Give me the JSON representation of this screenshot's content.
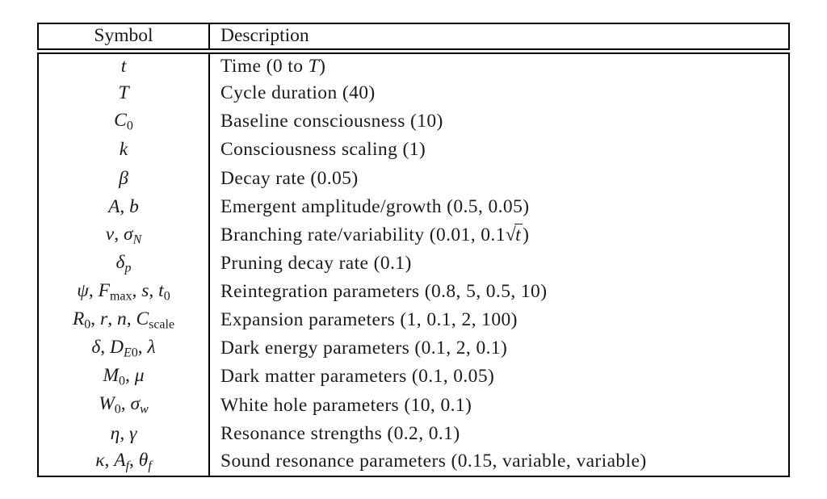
{
  "colors": {
    "background": "#ffffff",
    "text": "#1b1b1b",
    "border": "#000000"
  },
  "table": {
    "columns": [
      {
        "label": "Symbol"
      },
      {
        "label": "Description"
      }
    ],
    "rows": [
      {
        "symbol": "t",
        "description": "Time (0 to *T*)"
      },
      {
        "symbol": "T",
        "description": "Cycle duration (40)"
      },
      {
        "symbol": "C_{0}",
        "description": "Baseline consciousness (10)"
      },
      {
        "symbol": "k",
        "description": "Consciousness scaling (1)"
      },
      {
        "symbol": "β",
        "description": "Decay rate (0.05)"
      },
      {
        "symbol": "A, b",
        "description": "Emergent amplitude/growth (0.5, 0.05)"
      },
      {
        "symbol": "ν, σ_{N}",
        "description": "Branching rate/variability (0.01, 0.1√{t})"
      },
      {
        "symbol": "δ_{p}",
        "description": "Pruning decay rate (0.1)"
      },
      {
        "symbol": "ψ, F_{max}, s, t_{0}",
        "description": "Reintegration parameters (0.8, 5, 0.5, 10)"
      },
      {
        "symbol": "R_{0}, r, n, C_{scale}",
        "description": "Expansion parameters (1, 0.1, 2, 100)"
      },
      {
        "symbol": "δ, D_{E0}, λ",
        "description": "Dark energy parameters (0.1, 2, 0.1)"
      },
      {
        "symbol": "M_{0}, μ",
        "description": "Dark matter parameters (0.1, 0.05)"
      },
      {
        "symbol": "W_{0}, σ_{w}",
        "description": "White hole parameters (10, 0.1)"
      },
      {
        "symbol": "η, γ",
        "description": "Resonance strengths (0.2, 0.1)"
      },
      {
        "symbol": "κ, A_{f}, θ_{f}",
        "description": "Sound resonance parameters (0.15, variable, variable)"
      }
    ]
  }
}
